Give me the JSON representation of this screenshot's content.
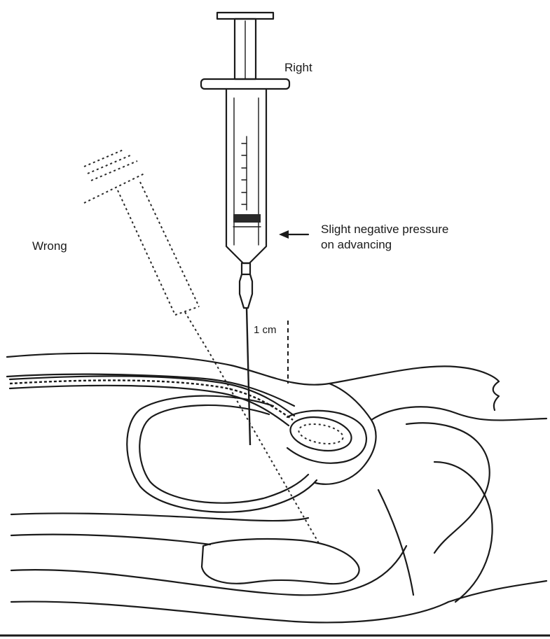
{
  "labels": {
    "right": "Right",
    "wrong": "Wrong",
    "pressure_line1": "Slight negative pressure",
    "pressure_line2": "on advancing",
    "depth": "1 cm"
  }
}
